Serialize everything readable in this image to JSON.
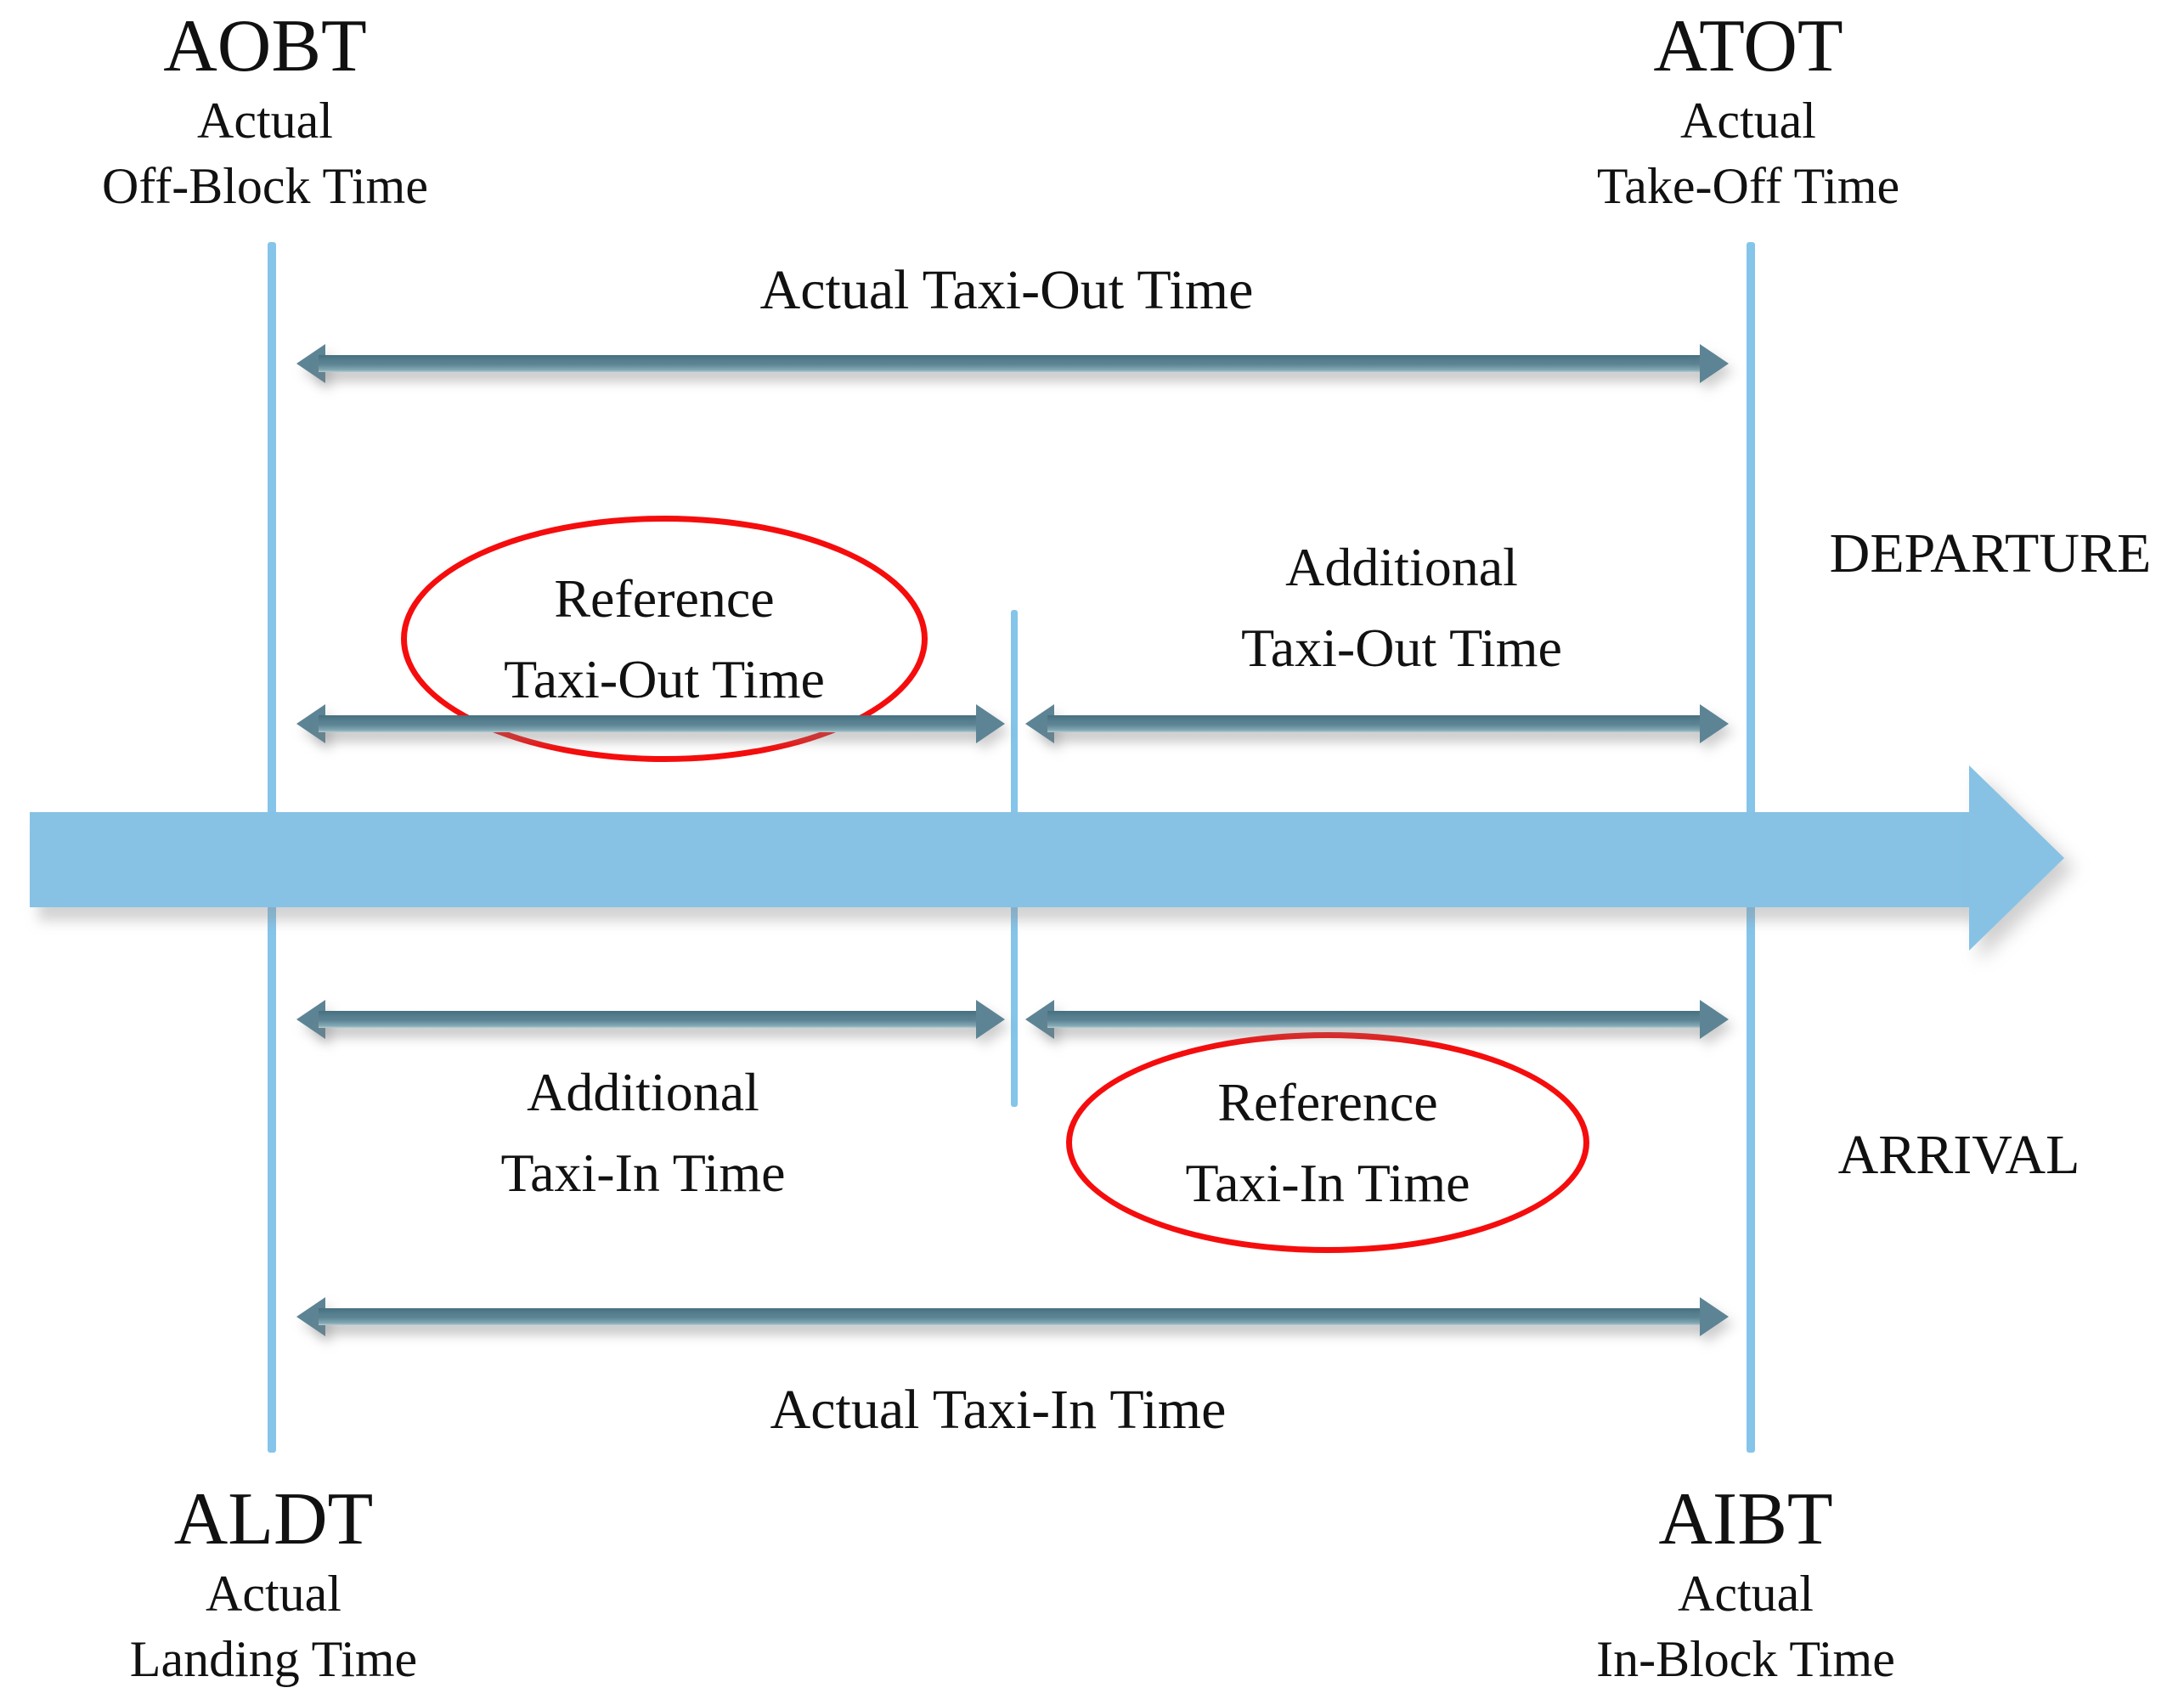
{
  "milestones": {
    "aobt": {
      "abbr": "AOBT",
      "line1": "Actual",
      "line2": "Off-Block Time"
    },
    "atot": {
      "abbr": "ATOT",
      "line1": "Actual",
      "line2": "Take-Off Time"
    },
    "aldt": {
      "abbr": "ALDT",
      "line1": "Actual",
      "line2": "Landing Time"
    },
    "aibt": {
      "abbr": "AIBT",
      "line1": "Actual",
      "line2": "In-Block Time"
    }
  },
  "spans": {
    "actual_taxi_out": "Actual Taxi-Out Time",
    "reference_taxi_out": {
      "line1": "Reference",
      "line2": "Taxi-Out Time"
    },
    "additional_taxi_out": {
      "line1": "Additional",
      "line2": "Taxi-Out Time"
    },
    "additional_taxi_in": {
      "line1": "Additional",
      "line2": "Taxi-In Time"
    },
    "reference_taxi_in": {
      "line1": "Reference",
      "line2": "Taxi-In Time"
    },
    "actual_taxi_in": "Actual Taxi-In Time"
  },
  "sides": {
    "departure": "DEPARTURE",
    "arrival": "ARRIVAL"
  },
  "colors": {
    "timeline_blue": "#87c2e5",
    "marker_blue": "#85c5ea",
    "arrow_slate": "#5d8494",
    "highlight_red": "#f50d0d",
    "text": "#111111"
  }
}
